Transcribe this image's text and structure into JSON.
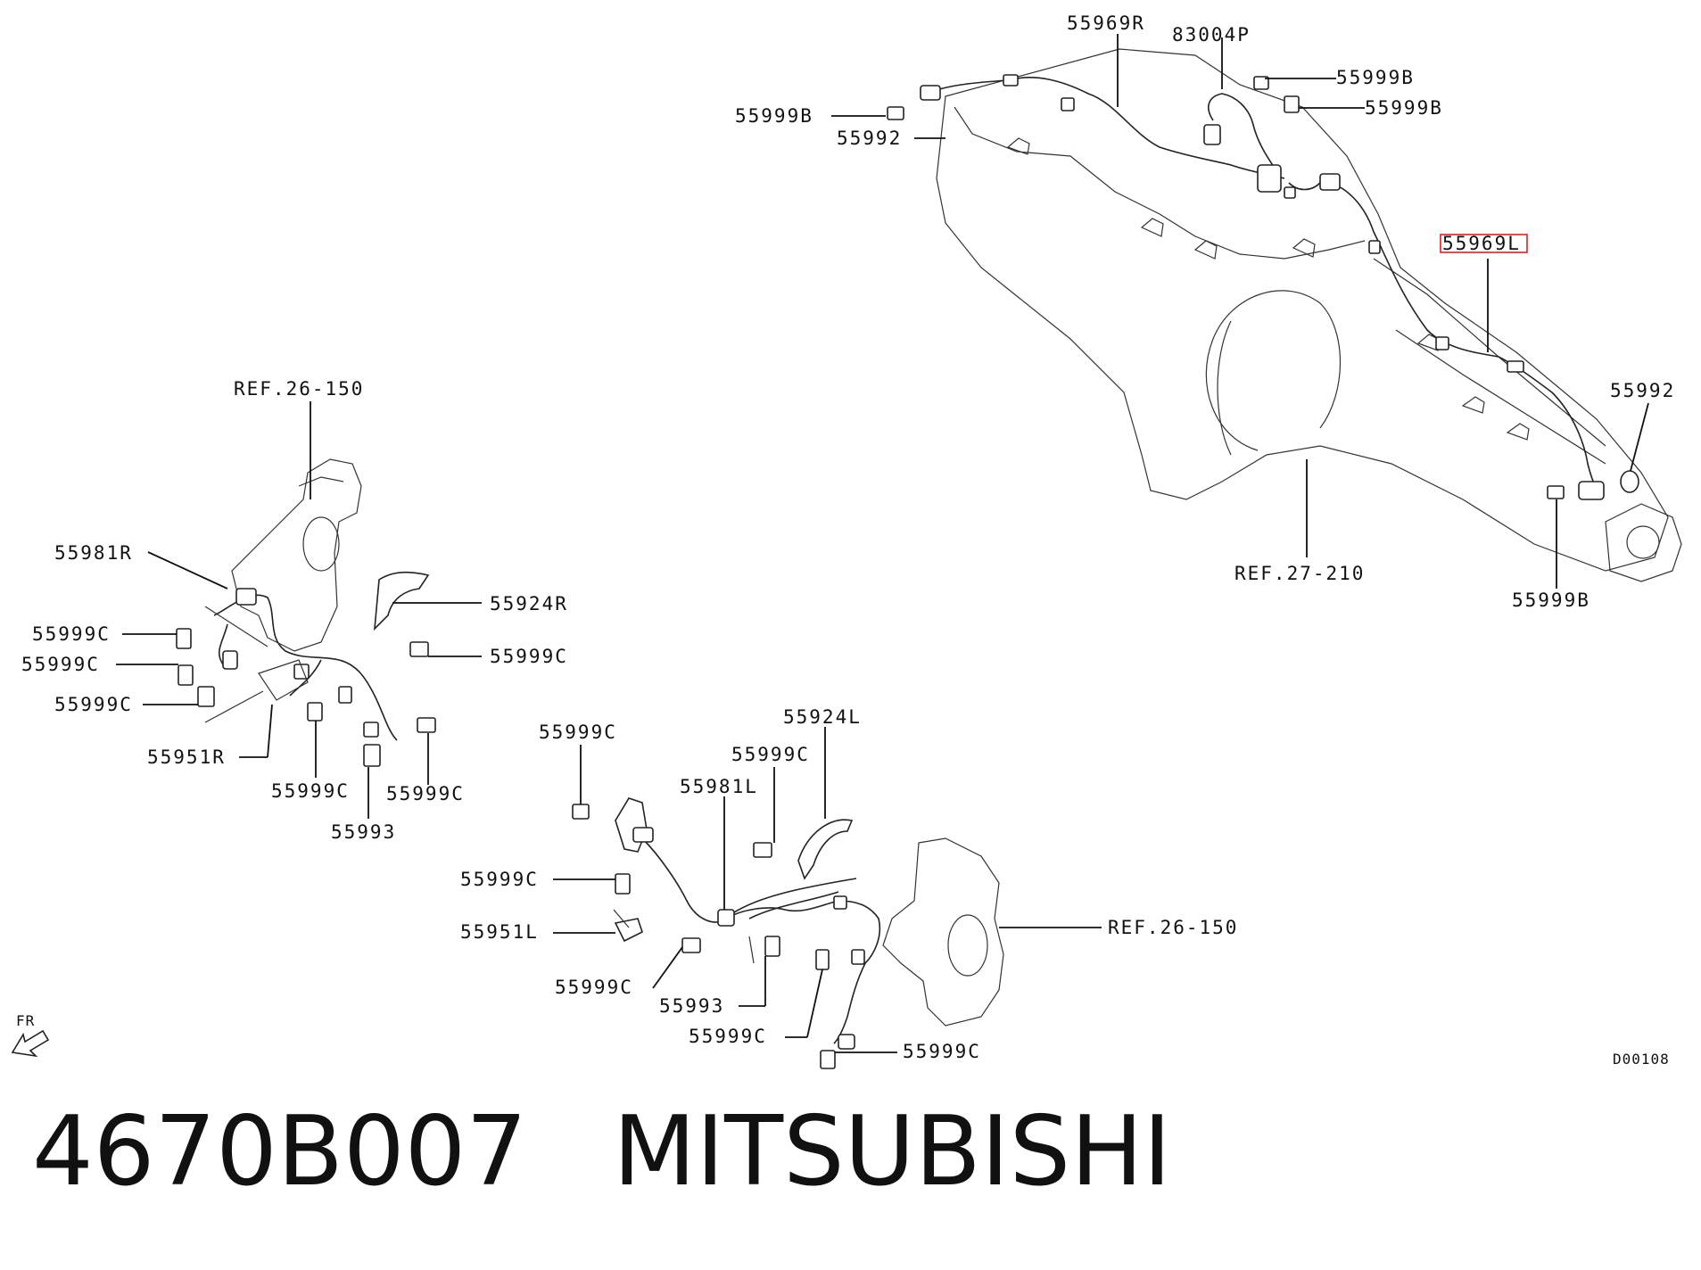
{
  "labels": {
    "r_55969R": "55969R",
    "r_83004P": "83004P",
    "r_55999B_a": "55999B",
    "r_55999B_b": "55999B",
    "r_55999B_c": "55999B",
    "r_55992_a": "55992",
    "r_55969L": "55969L",
    "r_55992_b": "55992",
    "r_ref27": "REF.27-210",
    "r_55999B_d": "55999B",
    "fr_ref26": "REF.26-150",
    "fr_55981R": "55981R",
    "fr_55924R": "55924R",
    "fr_55999C_a": "55999C",
    "fr_55999C_b": "55999C",
    "fr_55999C_c": "55999C",
    "fr_55999C_d": "55999C",
    "fr_55951R": "55951R",
    "fr_55999C_e": "55999C",
    "fr_55999C_f": "55999C",
    "fr_55993": "55993",
    "fl_55924L": "55924L",
    "fl_55999C_a": "55999C",
    "fl_55999C_b": "55999C",
    "fl_55981L": "55981L",
    "fl_55999C_c": "55999C",
    "fl_55951L": "55951L",
    "fl_ref26": "REF.26-150",
    "fl_55999C_d": "55999C",
    "fl_55993": "55993",
    "fl_55999C_e": "55999C",
    "fl_55999C_f": "55999C",
    "fr_arrow": "FR",
    "drawing_id": "D00108"
  },
  "highlight": {
    "label": "55969L",
    "color": "#e02020"
  },
  "footer": {
    "part_number": "4670B007",
    "brand": "MITSUBISHI"
  }
}
